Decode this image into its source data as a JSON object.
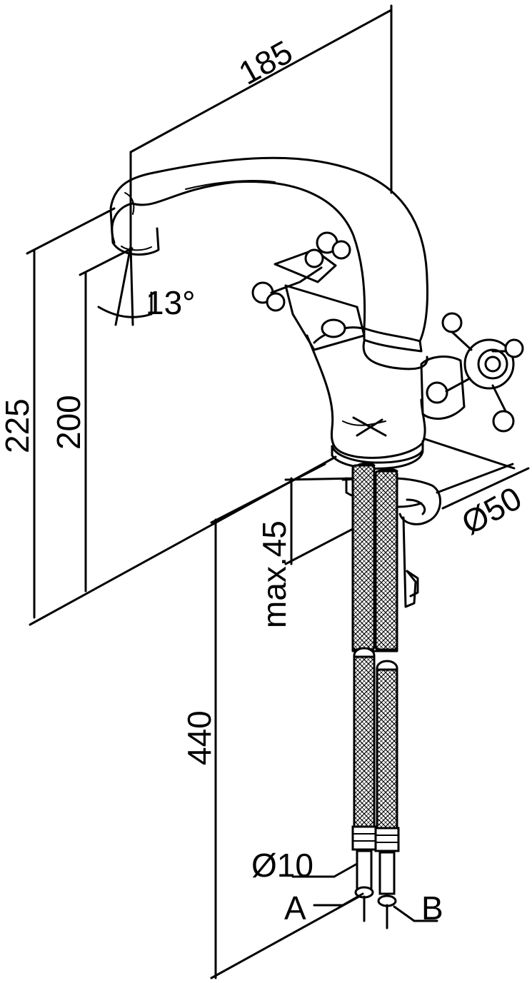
{
  "dimensions": {
    "reach": "185",
    "spout_height": "225",
    "outlet_height": "200",
    "angle": "13°",
    "max_deck": "max.45",
    "hose_length": "440",
    "base_diameter": "Ø50",
    "hose_diameter": "Ø10"
  },
  "connections": {
    "left": "A",
    "right": "B"
  },
  "colors": {
    "line": "#000000",
    "background": "#ffffff"
  }
}
